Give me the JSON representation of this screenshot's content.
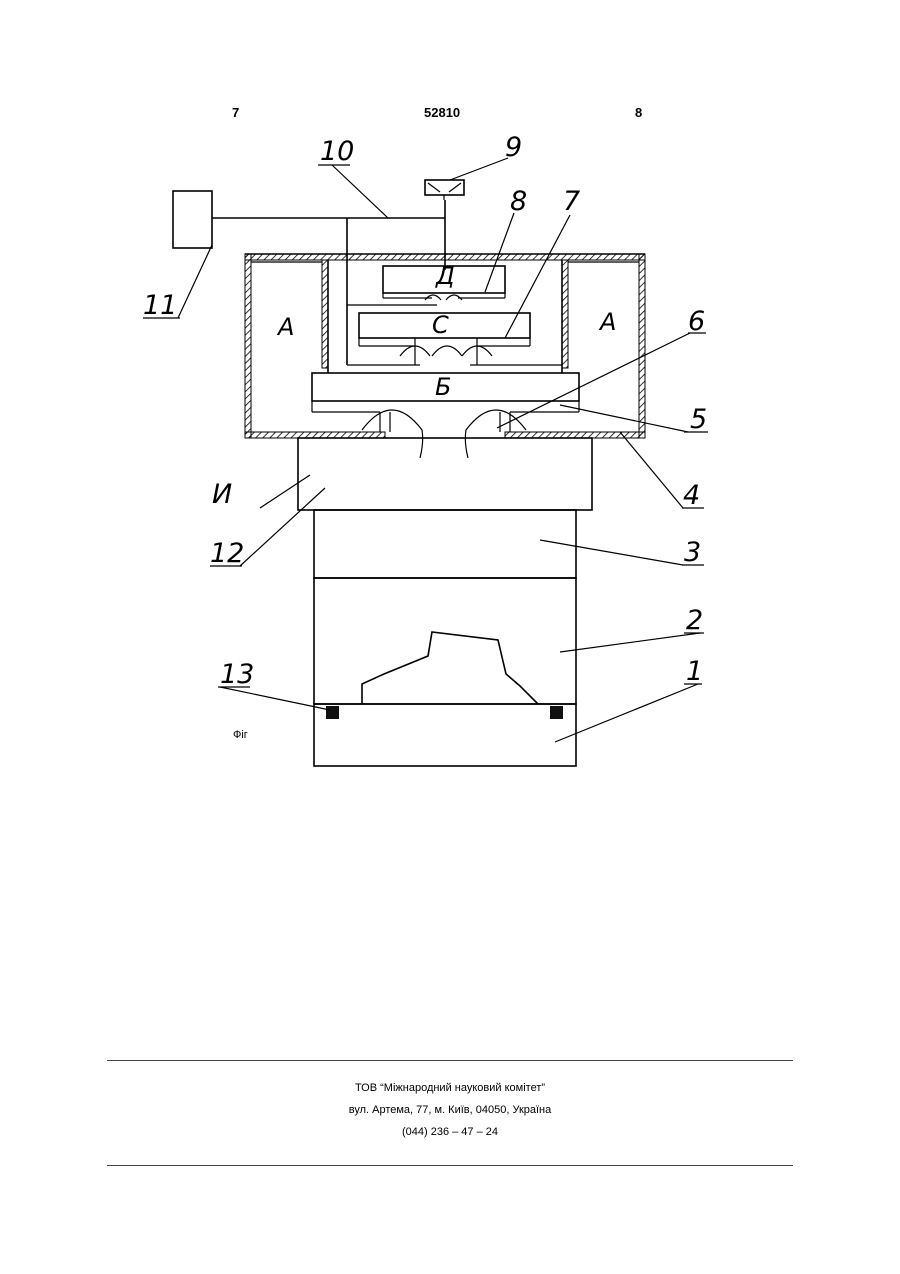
{
  "header": {
    "page_left": "7",
    "patent_number": "52810",
    "page_right": "8"
  },
  "figure": {
    "caption": "Фіг",
    "part_labels": [
      "1",
      "2",
      "3",
      "4",
      "5",
      "6",
      "7",
      "8",
      "9",
      "10",
      "11",
      "12",
      "13",
      "И"
    ],
    "zone_labels": {
      "a_left": "А",
      "a_right": "А",
      "b": "Б",
      "c": "С",
      "d": "Д"
    }
  },
  "footer": {
    "organization": "ТОВ “Міжнародний науковий комітет”",
    "address": "вул. Артема, 77, м. Київ, 04050, Україна",
    "phone": "(044) 236 – 47 – 24"
  }
}
